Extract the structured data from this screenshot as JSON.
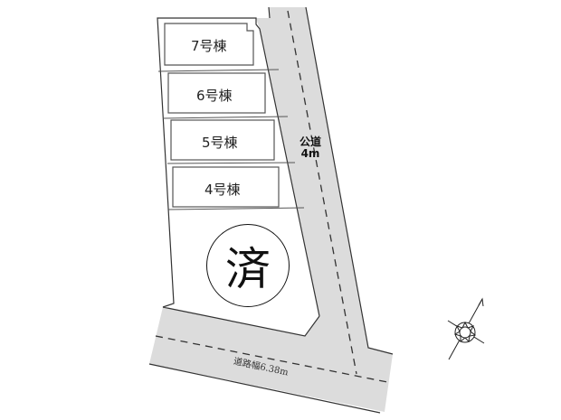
{
  "lots": [
    {
      "id": "7",
      "label": "7号棟"
    },
    {
      "id": "6",
      "label": "6号棟"
    },
    {
      "id": "5",
      "label": "5号棟"
    },
    {
      "id": "4",
      "label": "4号棟"
    }
  ],
  "sold_marker": {
    "label": "済"
  },
  "roads": {
    "east": {
      "line1": "公道",
      "line2": "4m"
    },
    "south": {
      "label": "道路幅6.38m"
    }
  },
  "compass": {
    "icon": "north-arrow-compass"
  },
  "colors": {
    "road_fill": "#dcdcdc",
    "line": "#333333",
    "background": "#ffffff"
  }
}
